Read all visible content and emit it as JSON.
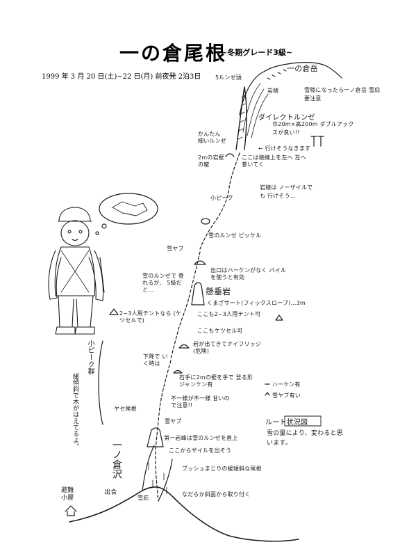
{
  "header": {
    "title": "一の倉尾根",
    "subtitle": "~冬期グレード3級~",
    "dateline": "1999 年 3 月 20 日(土)~22 日(月) 前夜発 2泊3日"
  },
  "map": {
    "summit": "一の倉岳",
    "ridge": "岩稜",
    "summit_note": "雪稜になったら一ノ倉岳 雪庇要注意",
    "gully_5": "5ルンゼ頭",
    "direct": "ダイレクトルンゼ",
    "direct_note": "巾20m×高200m ダブルアックスが良い!!",
    "easy_slope": "かんたん 細いルンゼ",
    "left_note": "← 行けそうなきます",
    "cave": "2mの岩壁の窟",
    "ridge_top_note": "ここは稜線上を左へ 左へ巻いてく",
    "rocky_note": "岩稜は ノーザイルでも 行けそう…",
    "small_step": "小ピーク",
    "snow_ridge": "雪のルンゼ ピッケル",
    "snow_ridge2": "雪のルンゼ",
    "exit_note": "出口はハーケンがなく バイルを使うと有効",
    "hanging_rock": "懸垂岩",
    "snow_side": "雪のルンゼで 登れるが、 5級だと…",
    "traverse": "くまざサート(フィックスロープ)…3m",
    "tent": "2~3人用テントなら (ケツセルで)",
    "tent2": "ここも2~3人用テント可",
    "tent_note": "ここもケツセル可",
    "overhang": "岩が出てきてナイフリッジ (危険)",
    "down": "下降で いく時は",
    "rock_note": "石手に2mの壁を手で 登る形ジャンケン有",
    "careful": "不一様が不一様 甘いので注意!!",
    "ikatsu": "ヤセ尾根",
    "snow_note": "雪ヤブ",
    "first_wall": "第一岩峰は雪のルンゼを直上",
    "out_here": "ここからザイルを出そう",
    "bush": "ブッシュまじりの緩傾斜な尾根",
    "base": "なだらか斜面から取り付く",
    "snowfield": "雪庇",
    "junction": "出合",
    "hut": "避難小屋",
    "left_group": "小ピーク群",
    "left_vertical": "緩傾斜で木がはえてるよ。",
    "valley": "一ノ倉沢",
    "legend_piton": "ハーケン有",
    "legend_snow": "雪ヤブ有い",
    "route_title": "ルート状況図",
    "route_body": "雪の量により、変わると思います。"
  },
  "colors": {
    "ink": "#1a1a1a"
  }
}
